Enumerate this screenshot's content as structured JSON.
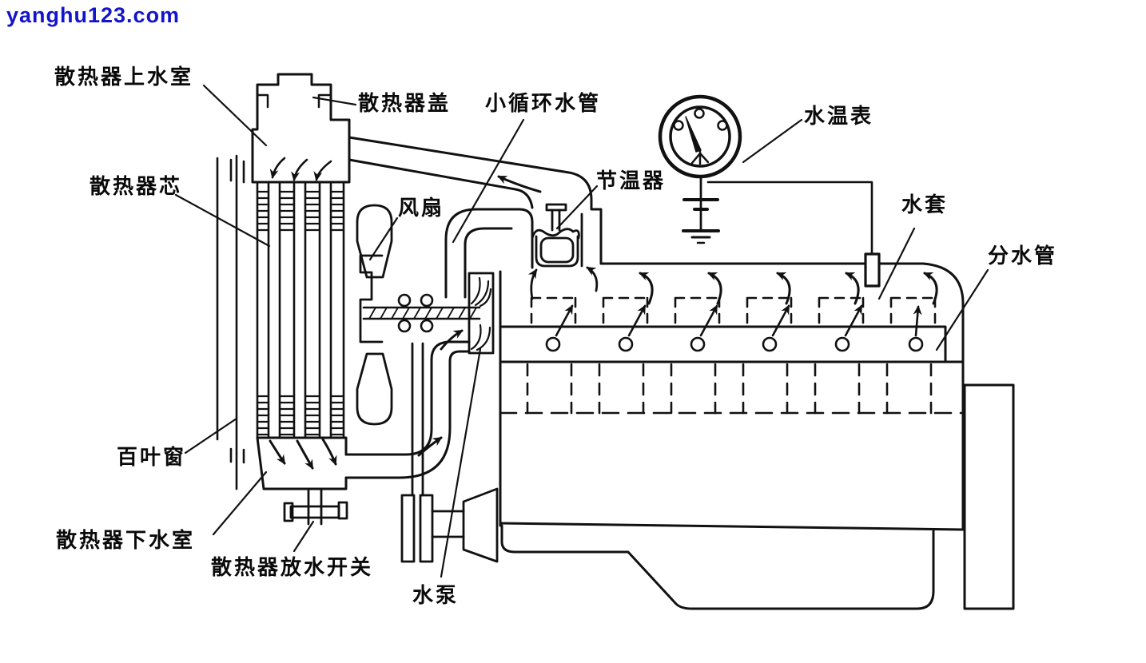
{
  "watermark": "yanghu123.com",
  "diagram": {
    "title": "engine-cooling-system-schematic",
    "accent_color": "#1414cc",
    "line_color": "#111111",
    "labels": {
      "upper_tank": "散热器上水室",
      "cap": "散热器盖",
      "small_pipe": "小循环水管",
      "gauge": "水温表",
      "thermostat": "节温器",
      "jacket": "水套",
      "dist_pipe": "分水管",
      "core": "散热器芯",
      "fan": "风扇",
      "louver": "百叶窗",
      "lower_tank": "散热器下水室",
      "drain": "散热器放水开关",
      "pump": "水泵"
    }
  }
}
